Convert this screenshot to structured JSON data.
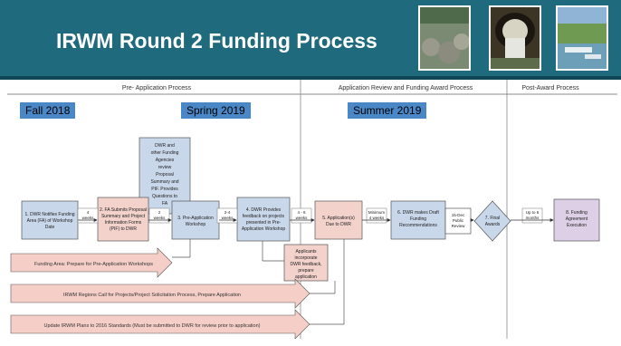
{
  "header": {
    "title": "IRWM Round 2 Funding Process"
  },
  "phases": {
    "pre": "Pre- Application Process",
    "review": "Application Review and Funding Award Process",
    "post": "Post-Award Process"
  },
  "seasons": {
    "fall": "Fall 2018",
    "spring": "Spring 2019",
    "summer": "Summer 2019"
  },
  "steps": {
    "s1": [
      "1. DWR Notifies Funding",
      "Area (FA) of Workshop",
      "Date"
    ],
    "s2": [
      "2. FA Submits Proposal",
      "Summary and Project",
      "Information Forms",
      "(PIF) to DWR"
    ],
    "s3": [
      "3. Pre-Application",
      "Workshop"
    ],
    "s4": [
      "4. DWR Provides",
      "feedback on projects",
      "presented in Pre-",
      "Application Workshop"
    ],
    "s5": [
      "5. Application(s)",
      "Due to DWR"
    ],
    "s6": [
      "6. DWR makes Draft",
      "Funding",
      "Recommendations"
    ],
    "s7": [
      "7. Final",
      "Awards"
    ],
    "s8": [
      "8. Funding",
      "Agreement",
      "Execution"
    ],
    "dwr_review": [
      "DWR and",
      "other Funding",
      "Agencies",
      "review",
      "Proposal",
      "Summary and",
      "PIF. Provides",
      "Questions to",
      "FA"
    ],
    "applicants": [
      "Applicants",
      "incorporate",
      "DWR feedback,",
      "prepare",
      "application"
    ],
    "public_review": [
      "15-Dec",
      "Public",
      "Review"
    ]
  },
  "durations": {
    "d1": [
      "4",
      "weeks"
    ],
    "d2": [
      "2",
      "weeks"
    ],
    "d3": [
      "2-4",
      "weeks"
    ],
    "d4": [
      "4 - 6",
      "weeks"
    ],
    "d5": [
      "Minimum",
      "4 weeks"
    ],
    "d6": [
      "Up to 6",
      "months"
    ]
  },
  "bars": {
    "bar1": "Funding Area: Prepare for Pre-Application Workshops",
    "bar2": "IRWM Regions Call for Projects/Project Solicitation Process, Prepare Application",
    "bar3": "Update IRWM Plans to 2016 Standards (Must be submitted to DWR for review prior to application)"
  },
  "colors": {
    "banner": "#1f6b7d",
    "season": "#4a87c7",
    "step_blue": "#c9d7ea",
    "step_pink": "#f3d2cc",
    "step_purple": "#ddd0e6",
    "bar_fill": "#f5cfc7"
  }
}
